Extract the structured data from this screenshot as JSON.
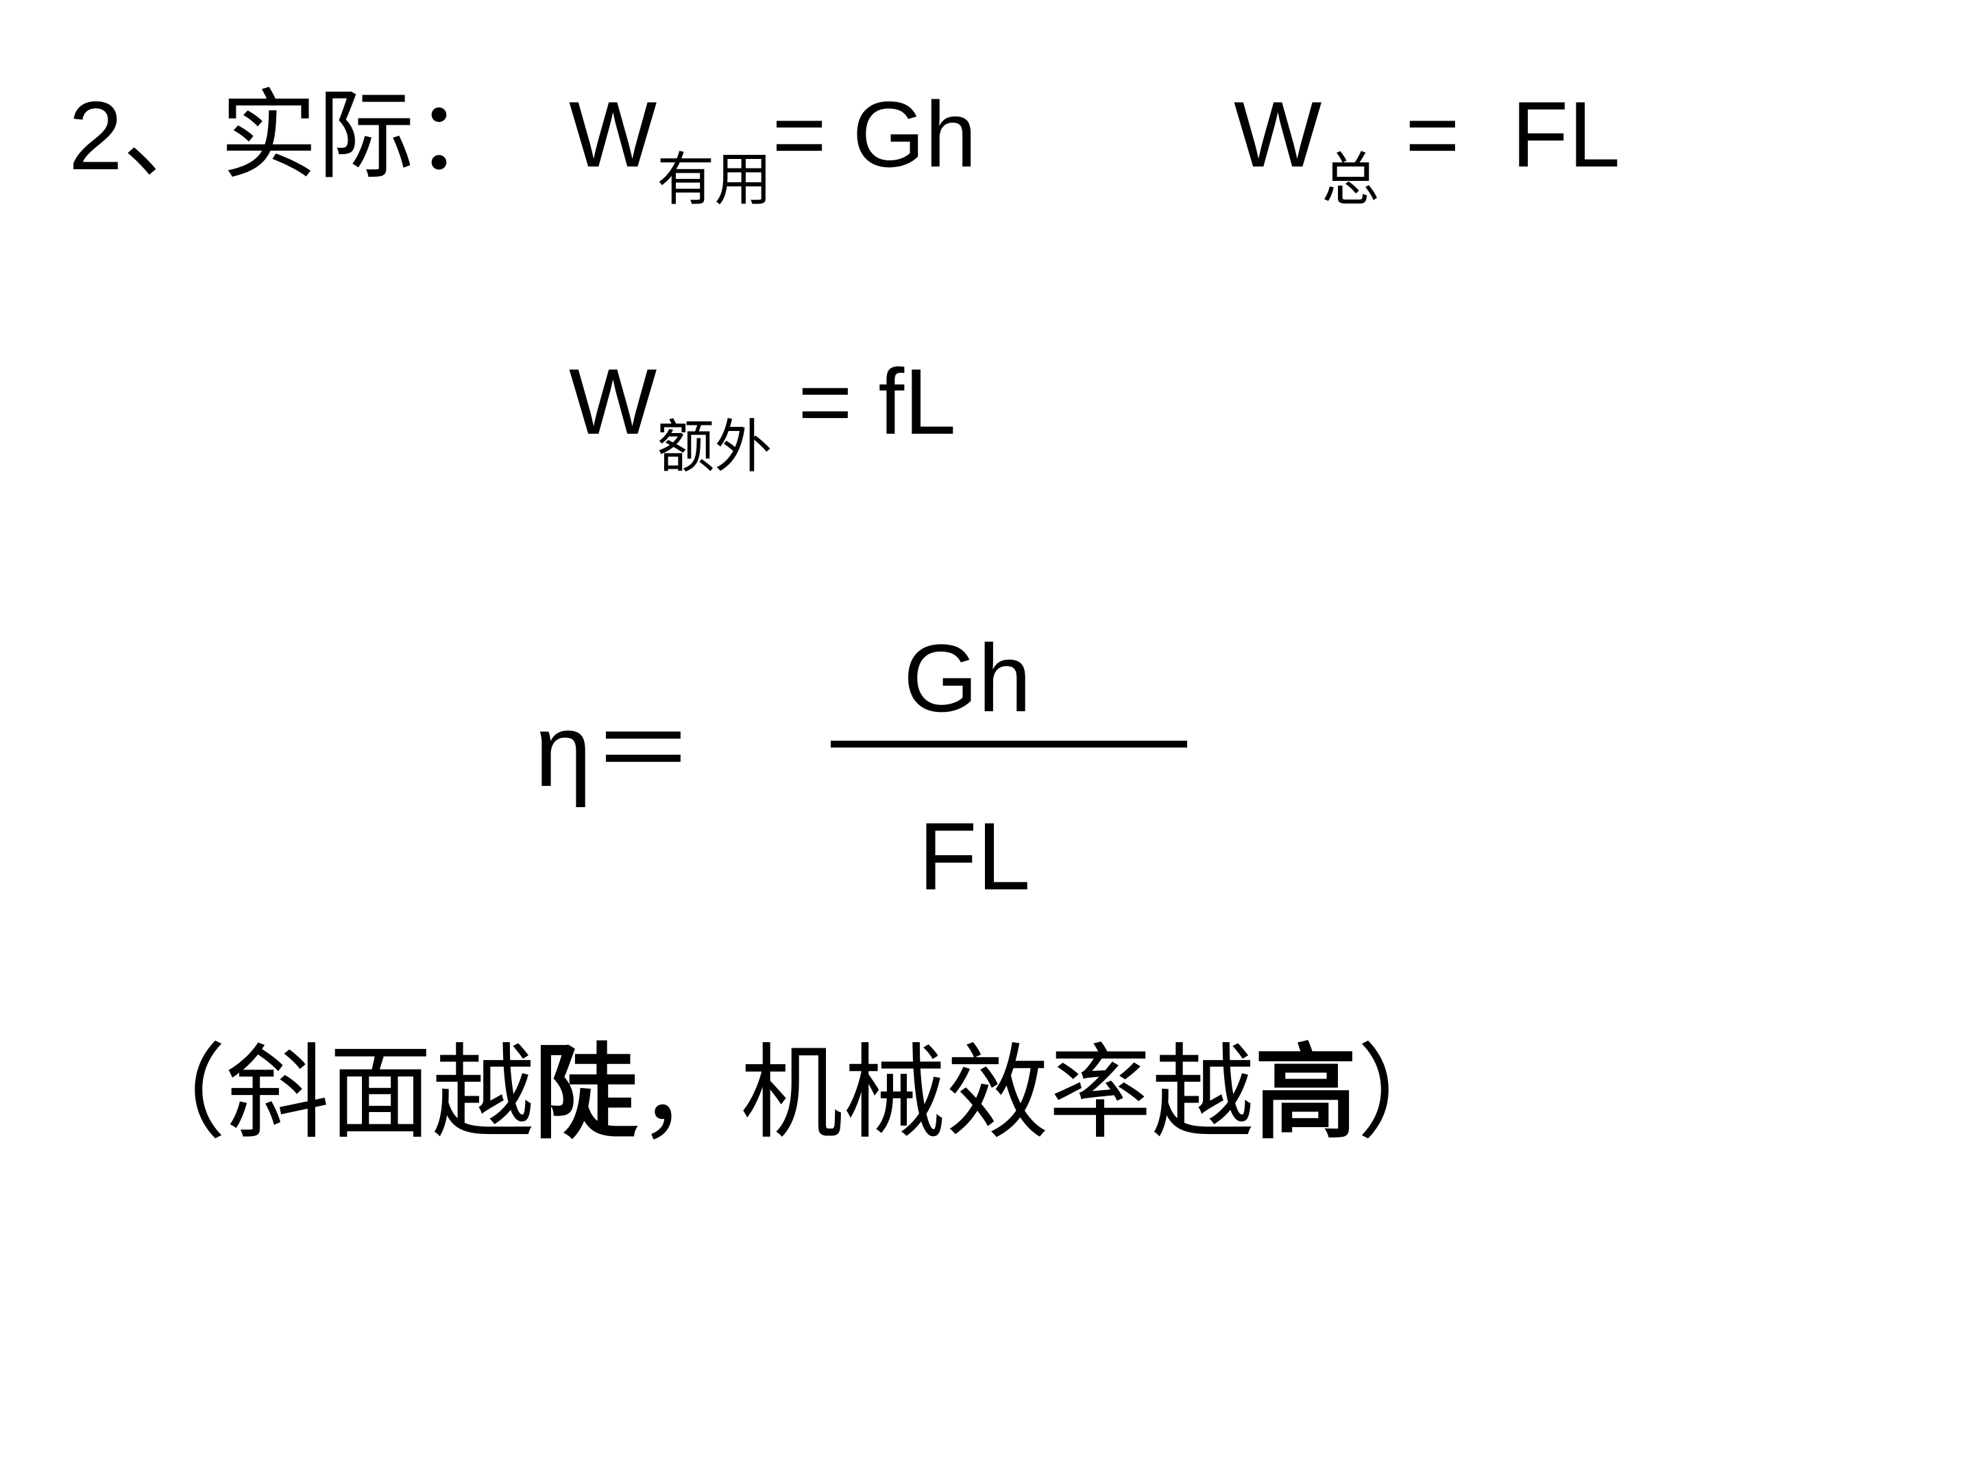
{
  "heading": {
    "label": "2、实际：",
    "useful_work": {
      "symbol": "W",
      "subscript": "有用",
      "rhs": "= Gh"
    },
    "total_work": {
      "symbol": "W",
      "subscript": "总",
      "rhs": " =  FL"
    }
  },
  "extra_work": {
    "symbol": "W",
    "subscript": "额外",
    "rhs": " = fL"
  },
  "efficiency": {
    "lhs": "η＝",
    "numerator": "Gh",
    "denominator": "FL"
  },
  "note": {
    "open": "（斜面越",
    "emph1": "陡",
    "middle": "，机械效率越",
    "emph2": "高",
    "close": "）"
  }
}
